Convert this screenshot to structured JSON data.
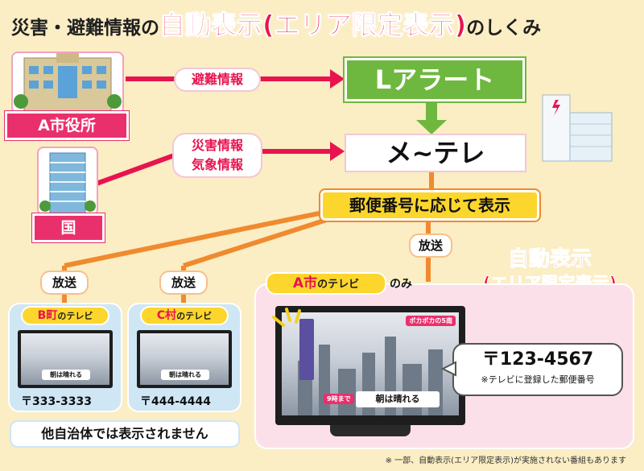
{
  "title": {
    "part1": "災害・避難情報の",
    "highlight": "自動表示(エリア限定表示)",
    "part2": "のしくみ"
  },
  "sources": {
    "city_office": "A市役所",
    "country": "国"
  },
  "flows": {
    "evacuation_info": "避難情報",
    "disaster_info": "災害情報",
    "weather_info": "気象情報"
  },
  "lalert": "Lアラート",
  "station": "メ~テレ",
  "postal_display": "郵便番号に応じて表示",
  "broadcast": "放送",
  "auto_display": {
    "line1": "自動表示",
    "line2": "(エリア限定表示)"
  },
  "city_tv": {
    "place": "A市",
    "suffix": "のテレビ",
    "only": "のみ"
  },
  "tv_b": {
    "place": "B町",
    "suffix": "のテレビ",
    "postal": "〒333-3333"
  },
  "tv_c": {
    "place": "C村",
    "suffix": "のテレビ",
    "postal": "〒444-4444"
  },
  "tv_banner": "朝は晴れる",
  "tv_program_tag": "ポカポカの5南",
  "tv_time_tag": "9時まで",
  "postal_code": "〒123-4567",
  "postal_note": "※テレビに登録した郵便番号",
  "no_display_note": "他自治体では表示されません",
  "footnote": "※ 一部、自動表示(エリア限定表示)が実施されない番組もあります",
  "colors": {
    "background": "#fbedc4",
    "accent_pink": "#e9306d",
    "lalert_green": "#6fb83f",
    "postal_yellow": "#fcd62c",
    "broadcast_orange": "#f08a2e"
  },
  "icons": [
    "city-hall-building-icon",
    "government-building-icon",
    "tv-station-building-icon",
    "television-icon",
    "arrow-icon"
  ]
}
